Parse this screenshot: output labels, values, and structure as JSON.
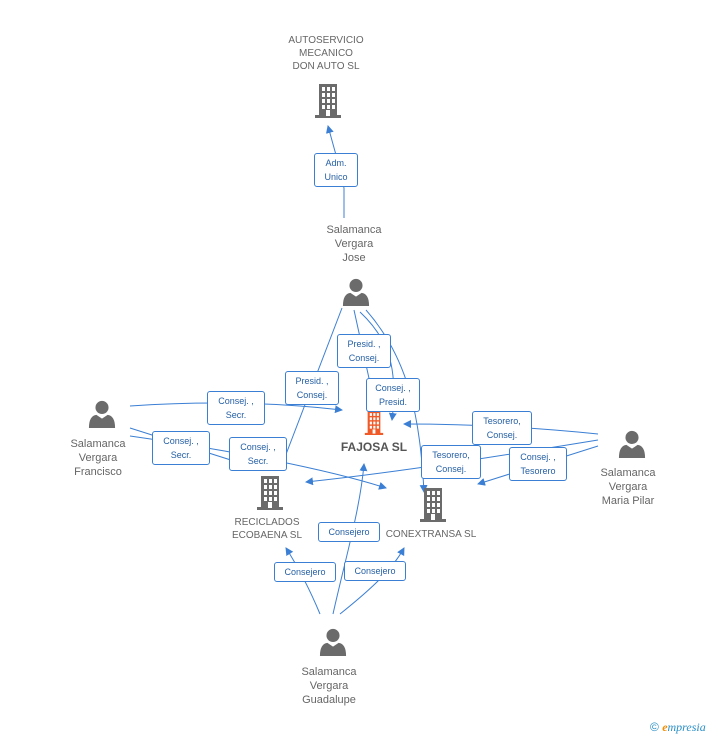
{
  "nodes": {
    "autoservicio": {
      "label": "AUTOSERVICIO\nMECANICO\nDON AUTO SL",
      "icon": "building-icon"
    },
    "jose": {
      "label": "Salamanca\nVergara\nJose",
      "icon": "person-icon"
    },
    "francisco": {
      "label": "Salamanca\nVergara\nFrancisco",
      "icon": "person-icon"
    },
    "fajosa": {
      "label": "FAJOSA SL",
      "icon": "building-icon"
    },
    "maria_pilar": {
      "label": "Salamanca\nVergara\nMaria Pilar",
      "icon": "person-icon"
    },
    "reciclados": {
      "label": "RECICLADOS\nECOBAENA SL",
      "icon": "building-icon"
    },
    "conextransa": {
      "label": "CONEXTRANSA SL",
      "icon": "building-icon"
    },
    "guadalupe": {
      "label": "Salamanca\nVergara\nGuadalupe",
      "icon": "person-icon"
    }
  },
  "edge_labels": {
    "adm_unico": "Adm.\nUnico",
    "presid_consej_1": "Presid. ,\nConsej.",
    "presid_consej_2": "Presid. ,\nConsej.",
    "consej_presid": "Consej. ,\nPresid.",
    "consej_secr_1": "Consej. ,\nSecr.",
    "consej_secr_2": "Consej. ,\nSecr.",
    "consej_secr_3": "Consej. ,\nSecr.",
    "tesorero_consej_1": "Tesorero,\nConsej.",
    "tesorero_consej_2": "Tesorero,\nConsej.",
    "consej_tesorero": "Consej. ,\nTesorero",
    "consejero_1": "Consejero",
    "consejero_2": "Consejero",
    "consejero_3": "Consejero"
  },
  "colors": {
    "edge": "#3b7fd4",
    "icon": "#6b6b6b",
    "center_icon": "#f05a28"
  },
  "footer": {
    "copyright": "©",
    "brand": "mpresia",
    "brand_initial": "e"
  }
}
